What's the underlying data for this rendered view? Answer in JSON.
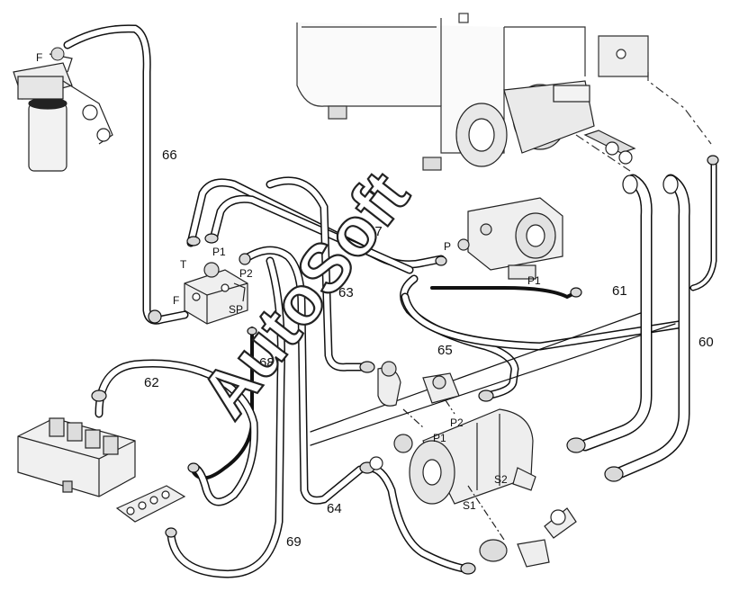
{
  "watermark": {
    "text": "AutoSoft"
  },
  "hoses": [
    {
      "id": "h60",
      "number": "60"
    },
    {
      "id": "h61",
      "number": "61"
    },
    {
      "id": "h62",
      "number": "62"
    },
    {
      "id": "h63",
      "number": "63"
    },
    {
      "id": "h64",
      "number": "64"
    },
    {
      "id": "h65",
      "number": "65"
    },
    {
      "id": "h66",
      "number": "66"
    },
    {
      "id": "h67",
      "number": "67"
    },
    {
      "id": "h68",
      "number": "68"
    },
    {
      "id": "h69",
      "number": "69"
    }
  ],
  "ports": {
    "filter_f": "F",
    "block_f": "F",
    "block_t": "T",
    "block_p1": "P1",
    "block_p2": "P2",
    "block_sp": "SP",
    "valve_p": "P",
    "valve_p1": "P1",
    "pump_p1": "P1",
    "pump_p2": "P2",
    "pump_s1": "S1",
    "pump_s2": "S2"
  },
  "colors": {
    "line": "#111111",
    "fill_light": "#efefef",
    "fill_mid": "#cfcfcf"
  }
}
